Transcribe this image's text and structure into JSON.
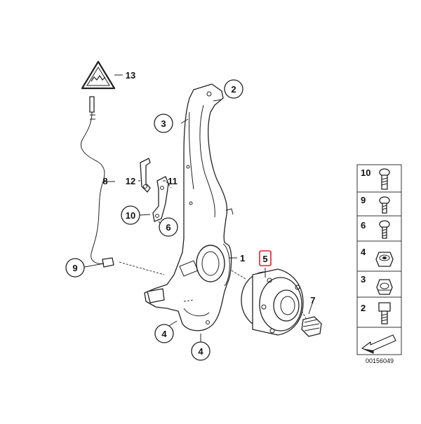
{
  "diagram": {
    "callouts": {
      "c1": "1",
      "c2": "2",
      "c3": "3",
      "c4a": "4",
      "c4b": "4",
      "c5": "5",
      "c6": "6",
      "c7": "7",
      "c8": "8",
      "c9": "9",
      "c10": "10",
      "c11": "11",
      "c12": "12",
      "c13": "13"
    },
    "highlight_color": "#e0202b",
    "ref_number": "00156049"
  },
  "legend": {
    "items": [
      {
        "num": "10",
        "icon": "bolt-icon"
      },
      {
        "num": "9",
        "icon": "bolt-icon"
      },
      {
        "num": "6",
        "icon": "bolt-icon"
      },
      {
        "num": "4",
        "icon": "nut-icon"
      },
      {
        "num": "3",
        "icon": "nut-icon"
      },
      {
        "num": "2",
        "icon": "bolt-icon"
      }
    ]
  }
}
